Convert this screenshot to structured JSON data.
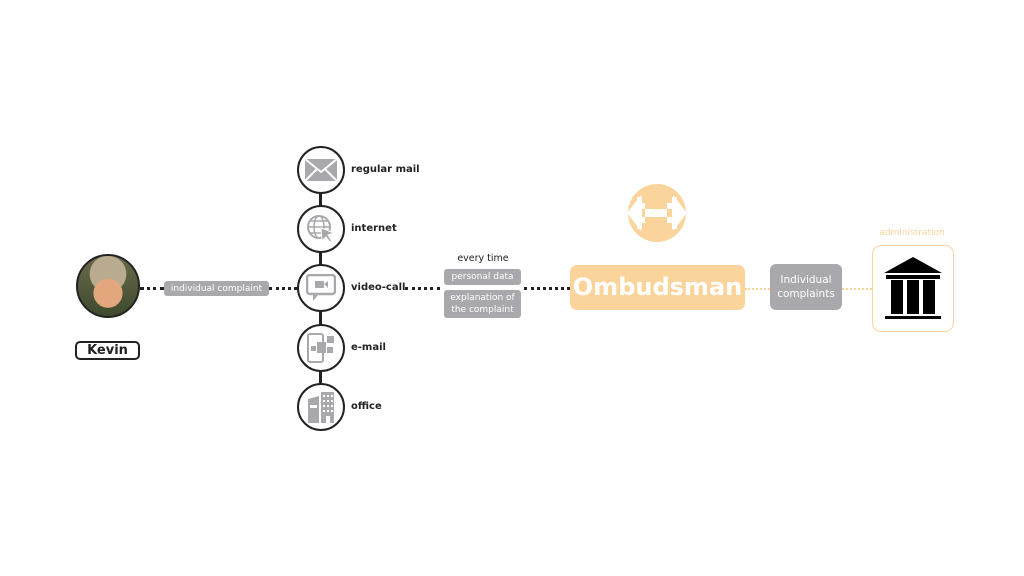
{
  "user": {
    "name": "Kevin"
  },
  "flow": {
    "individual_complaint": "individual complaint",
    "every_time": "every time",
    "personal_data": "personal data",
    "explanation": "explanation of the complaint"
  },
  "channels": [
    {
      "label": "regular mail",
      "icon": "envelope-icon"
    },
    {
      "label": "internet",
      "icon": "globe-cursor-icon"
    },
    {
      "label": "video-call",
      "icon": "video-chat-icon"
    },
    {
      "label": "e-mail",
      "icon": "devices-icon"
    },
    {
      "label": "office",
      "icon": "building-icon"
    }
  ],
  "ombudsman": {
    "label": "Ombudsman"
  },
  "complaints_box": {
    "label": "Individual complaints"
  },
  "administration": {
    "label": "administration",
    "icon": "government-building-icon"
  },
  "colors": {
    "accent": "#fbd49b",
    "gray": "#a9a8ad",
    "dark": "#222222"
  }
}
